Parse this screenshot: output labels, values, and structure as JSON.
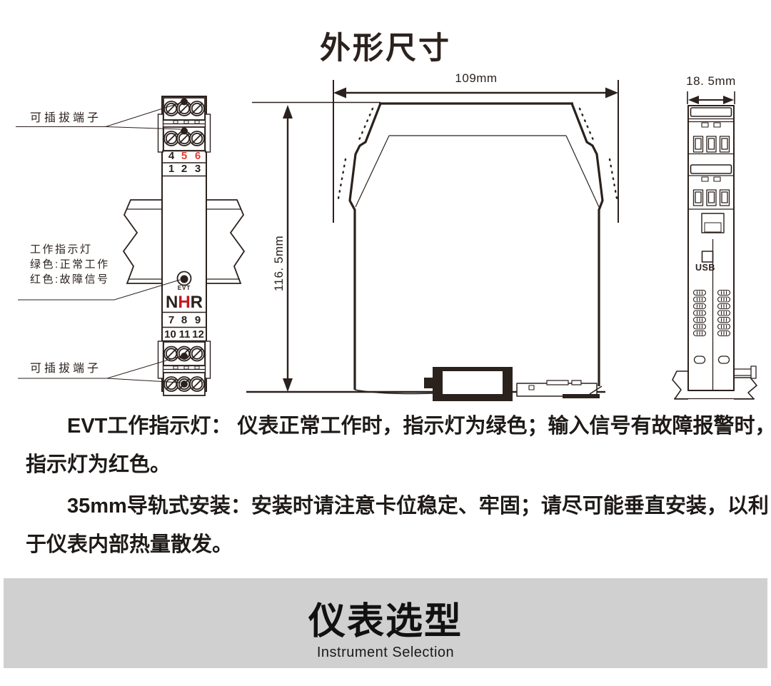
{
  "title": "外形尺寸",
  "front": {
    "top_terminal_label": "可插拔端子",
    "bottom_terminal_label": "可插拔端子",
    "indicator": {
      "l1": "工作指示灯",
      "l2": "绿色:正常工作",
      "l3": "红色:故障信号"
    },
    "evt": "EVT",
    "logo": {
      "n": "N",
      "h": "H",
      "r": "R"
    },
    "num_top_a": [
      "4",
      "5",
      "6"
    ],
    "num_top_b": [
      "1",
      "2",
      "3"
    ],
    "num_bot_a": [
      "7",
      "8",
      "9"
    ],
    "num_bot_b": [
      "10",
      "11",
      "12"
    ]
  },
  "side": {
    "width_dim": "109mm",
    "height_dim": "116. 5mm"
  },
  "end": {
    "width_dim": "18. 5mm",
    "usb": "USB"
  },
  "notes": {
    "p1_l1": "EVT工作指示灯： 仪表正常工作时，指示灯为绿色；输入信号有故障报警时，",
    "p1_l2": "指示灯为红色。",
    "p2_l1": "35mm导轨式安装：安装时请注意卡位稳定、牢固；请尽可能垂直安装，以利",
    "p2_l2": "于仪表内部热量散发。"
  },
  "banner": {
    "title": "仪表选型",
    "subtitle": "Instrument Selection"
  },
  "colors": {
    "ink": "#2b211d",
    "red_digit": "#e23c31",
    "logo_red": "#c8161f",
    "banner_bg": "#d1d0d0"
  }
}
